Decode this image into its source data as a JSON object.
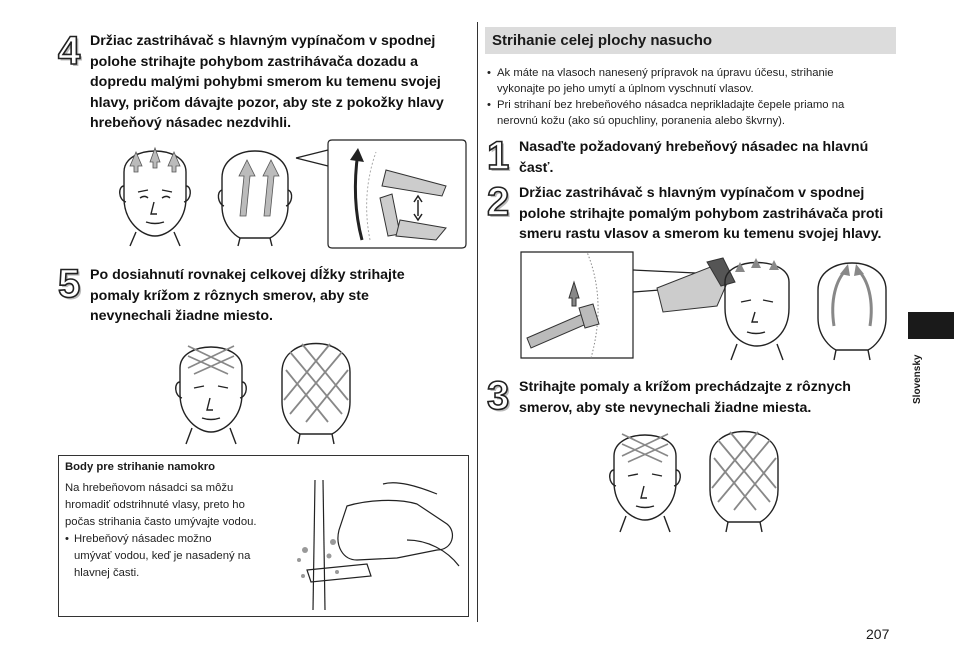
{
  "left": {
    "step4": {
      "num": "4",
      "lines": [
        "Držiac zastrihávač s hlavným vypínačom v spodnej",
        "polohe strihajte pohybom zastrihávača dozadu a",
        "dopredu malými pohybmi smerom ku temenu svojej",
        "hlavy, pričom dávajte pozor, aby ste z pokožky hlavy",
        "hrebeňový násadec nezdvihli."
      ]
    },
    "step5": {
      "num": "5",
      "lines": [
        "Po dosiahnutí rovnakej celkovej dĺžky strihajte",
        "pomaly krížom z rôznych smerov, aby ste",
        "nevynechali žiadne miesto."
      ]
    },
    "box": {
      "title": "Body pre strihanie namokro",
      "lines": [
        "Na hrebeňovom násadci sa môžu",
        "hromadiť odstrihnuté vlasy, preto ho",
        "počas strihania často umývajte vodou."
      ],
      "bullet_lines": [
        "Hrebeňový násadec možno",
        "umývať vodou, keď je nasadený na",
        "hlavnej časti."
      ],
      "bullet": "•"
    }
  },
  "right": {
    "section_title": "Strihanie celej plochy nasucho",
    "bullets": [
      {
        "dot": "•",
        "lines": [
          "Ak máte na vlasoch nanesený prípravok na úpravu účesu, strihanie",
          "vykonajte po jeho umytí a úplnom vyschnutí vlasov."
        ]
      },
      {
        "dot": "•",
        "lines": [
          "Pri strihaní bez hrebeňového násadca nepriklad­ajte čepele priamo na",
          "nerovnú kožu (ako sú opuchliny, poranenia alebo škvrny)."
        ]
      }
    ],
    "step1": {
      "num": "1",
      "lines": [
        "Nasaďte požadovaný hrebeňový násadec na hlavnú",
        "časť."
      ]
    },
    "step2": {
      "num": "2",
      "lines": [
        "Držiac zastrihávač s hlavným vypínačom v spodnej",
        "polohe strihajte pomalým pohybom zastrihávača proti",
        "smeru rastu vlasov a smerom ku temenu svojej hlavy."
      ]
    },
    "step3": {
      "num": "3",
      "lines": [
        "Strihajte pomaly a krížom prechádzajte z rôznych",
        "smerov, aby ste nevynechali žiadne miesta."
      ]
    }
  },
  "side_tab": {
    "language": "Slovensky"
  },
  "page_number": "207",
  "icons": {
    "front_head": "head-front-icon",
    "back_head": "head-back-icon",
    "trimmer": "trimmer-icon",
    "water": "water-rinse-icon"
  }
}
